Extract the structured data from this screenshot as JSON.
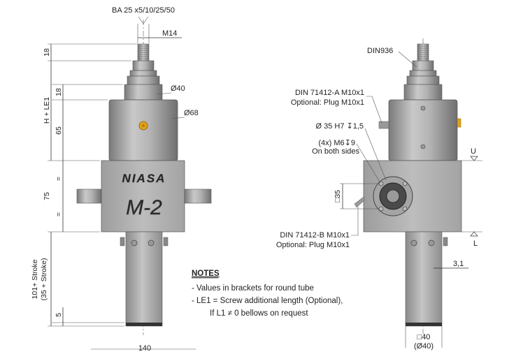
{
  "left_view": {
    "thread_callout": "BA 25 x5/10/25/50",
    "thread_size": "M14",
    "dim_top": "18",
    "dim_top_group": "H + LE1",
    "dim_cap": "18",
    "dim_housing": "65",
    "dim_gearbox": "75",
    "equal_mark_upper": "=",
    "equal_mark_lower": "=",
    "dim_stroke": "101+ Stroke",
    "dim_stroke_round": "(35 + Stroke)",
    "dim_bottom": "5",
    "dia_cap": "Ø40",
    "dia_housing": "Ø68",
    "brand_top": "NIASA",
    "brand_model": "M-2",
    "dim_width_cut": "140"
  },
  "right_view": {
    "din936": "DIN936",
    "din_a_line1": "DIN 71412-A M10x1",
    "din_a_line2": "Optional: Plug M10x1",
    "bore": "Ø 35 H7 ↧1,5",
    "thread_holes_line1": "(4x) M6↧9",
    "thread_holes_line2": "On both sides",
    "square_dim": "□35",
    "din_b_line1": "DIN 71412-B M10x1",
    "din_b_line2": "Optional: Plug M10x1",
    "mark_u": "U",
    "mark_l": "L",
    "offset": "3,1",
    "tube_square": "□40",
    "tube_round": "(Ø40)"
  },
  "notes": {
    "heading": "NOTES",
    "line1": "- Values in brackets for round tube",
    "line2": "- LE1 = Screw additional length (Optional),",
    "line3": "If L1 ≠ 0 bellows on request"
  },
  "colors": {
    "body_gray": "#a9a9a9",
    "gearbox_gray": "#b5b5b5",
    "dark_gray": "#6e6e6e",
    "grease_nipple": "#e0a21a"
  }
}
